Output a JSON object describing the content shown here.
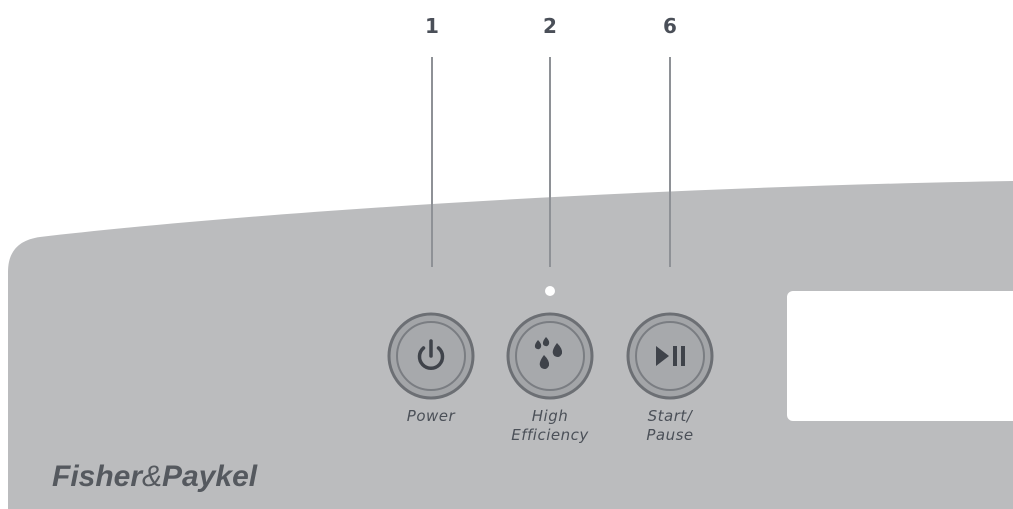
{
  "callouts": [
    {
      "number": "1",
      "target": "power"
    },
    {
      "number": "2",
      "target": "high-efficiency"
    },
    {
      "number": "6",
      "target": "start-pause"
    }
  ],
  "buttons": {
    "power": {
      "label": "Power",
      "icon": "power-icon"
    },
    "high_efficiency": {
      "label_line1": "High",
      "label_line2": "Efficiency",
      "icon": "water-drops-icon",
      "indicator": "led-indicator"
    },
    "start_pause": {
      "label_line1": "Start/",
      "label_line2": "Pause",
      "icon": "play-pause-icon"
    }
  },
  "brand": {
    "part1": "Fisher",
    "part2": "&",
    "part3": "Paykel"
  },
  "colors": {
    "panel": "#bbbcbe",
    "button_ring": "#6c6f74",
    "button_face": "#a7a9ac",
    "icon": "#3f434a",
    "led": "#ffffff",
    "callout_line": "#8e9196"
  }
}
